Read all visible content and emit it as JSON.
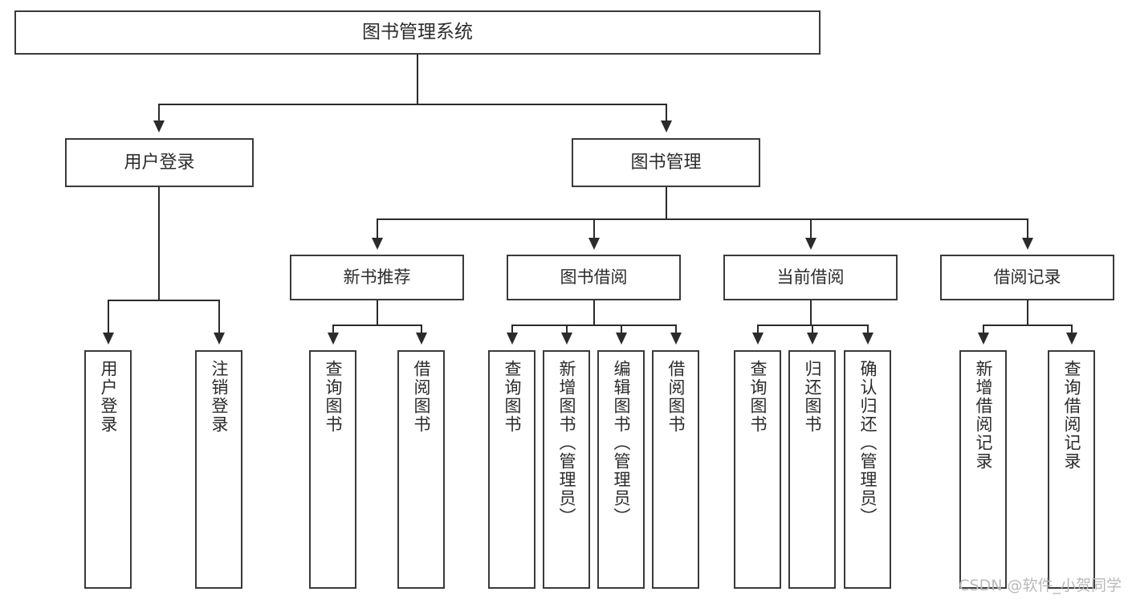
{
  "diagram": {
    "title": "图书管理系统",
    "type": "tree",
    "root": {
      "label": "图书管理系统"
    },
    "level2": [
      {
        "label": "用户登录"
      },
      {
        "label": "图书管理"
      }
    ],
    "level3": [
      {
        "label": "新书推荐"
      },
      {
        "label": "图书借阅"
      },
      {
        "label": "当前借阅"
      },
      {
        "label": "借阅记录"
      }
    ],
    "leaves": {
      "user_login": [
        {
          "label": "用户登录"
        },
        {
          "label": "注销登录"
        }
      ],
      "new_book_recommend": [
        {
          "label": "查询图书"
        },
        {
          "label": "借阅图书"
        }
      ],
      "book_borrow": [
        {
          "label": "查询图书"
        },
        {
          "label": "新增图书（管理员）"
        },
        {
          "label": "编辑图书（管理员）"
        },
        {
          "label": "借阅图书"
        }
      ],
      "current_borrow": [
        {
          "label": "查询图书"
        },
        {
          "label": "归还图书"
        },
        {
          "label": "确认归还（管理员）"
        }
      ],
      "borrow_record": [
        {
          "label": "新增借阅记录"
        },
        {
          "label": "查询借阅记录"
        }
      ]
    }
  },
  "watermark": {
    "text": "CSDN @软件_小贺同学"
  },
  "colors": {
    "box_border": "#3a3a3a",
    "line": "#2b2b2b",
    "background": "#ffffff",
    "text": "#2b2b2b",
    "watermark": "#b9b9b9"
  }
}
